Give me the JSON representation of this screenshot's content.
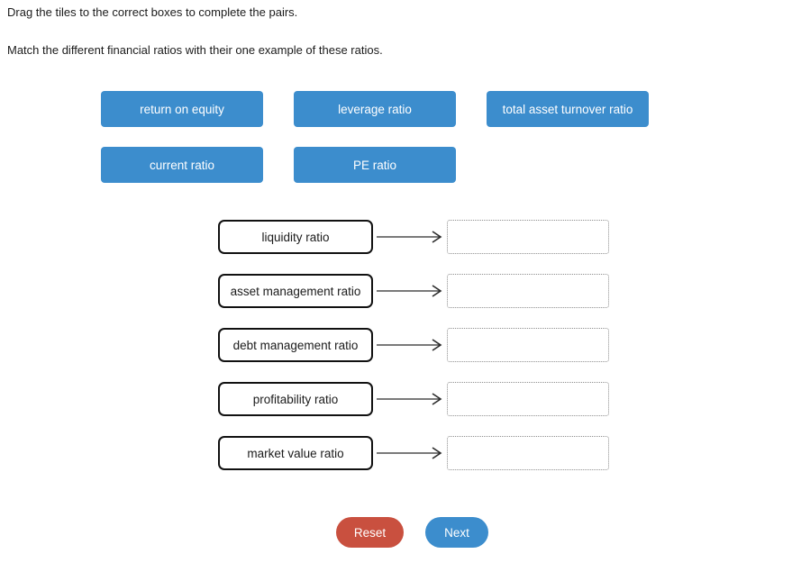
{
  "instructions": {
    "line1": "Drag the tiles to the correct boxes to complete the pairs.",
    "line2": "Match the different financial ratios with their one example of these ratios."
  },
  "tiles": [
    {
      "label": "return on equity"
    },
    {
      "label": "leverage ratio"
    },
    {
      "label": "total asset turnover ratio"
    },
    {
      "label": "current ratio"
    },
    {
      "label": "PE ratio"
    }
  ],
  "matches": [
    {
      "prompt": "liquidity ratio",
      "answer": ""
    },
    {
      "prompt": "asset management ratio",
      "answer": ""
    },
    {
      "prompt": "debt management ratio",
      "answer": ""
    },
    {
      "prompt": "profitability ratio",
      "answer": ""
    },
    {
      "prompt": "market value ratio",
      "answer": ""
    }
  ],
  "buttons": {
    "reset": "Reset",
    "next": "Next"
  },
  "icons": {
    "arrow": "arrow-right-icon"
  },
  "colors": {
    "tile_blue": "#3c8dcd",
    "reset_red": "#c9503f",
    "next_blue": "#3c8dcd",
    "prompt_border": "#111111",
    "dropzone_border": "#8e8e8e",
    "text": "#1b1b1b",
    "background": "#ffffff"
  }
}
